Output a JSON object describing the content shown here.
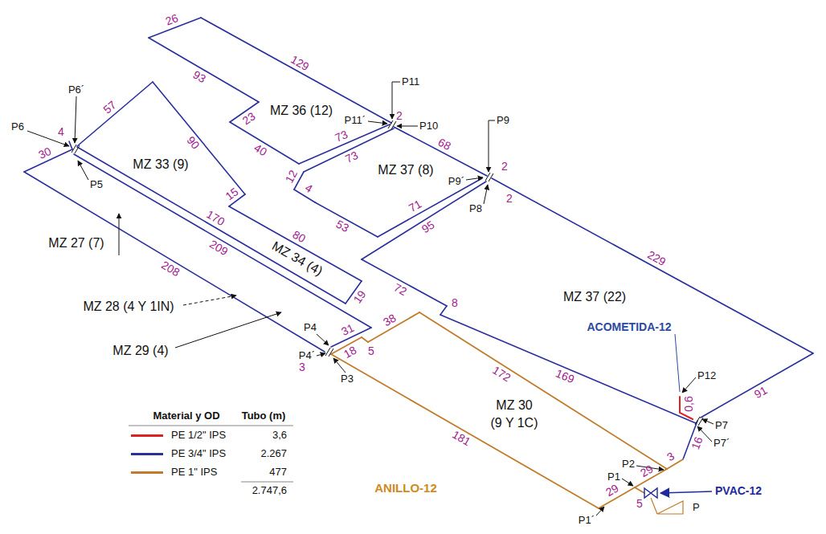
{
  "diagram": {
    "labels": [
      "26",
      "129",
      "93",
      "23",
      "MZ 36 (12)",
      "2",
      "P11",
      "P11´",
      "P10",
      "40",
      "73",
      "73",
      "68",
      "P9",
      "P9´",
      "2",
      "2",
      "P8",
      "MZ 37 (8)",
      "71",
      "95",
      "12",
      "4",
      "53",
      "P6´",
      "P6",
      "4",
      "57",
      "30",
      "P5",
      "MZ 33 (9)",
      "90",
      "15",
      "170",
      "80",
      "MZ 34 (4)",
      "19",
      "209",
      "MZ 27 (7)",
      "208",
      "MZ 28 (4 Y 1IN)",
      "P4",
      "31",
      "P4´",
      "3",
      "P3",
      "18",
      "5",
      "38",
      "MZ 29 (4)",
      "72",
      "8",
      "MZ 37 (22)",
      "229",
      "169",
      "172",
      "ACOMETIDA-12",
      "P12",
      "0,6",
      "MZ 30",
      "(9 Y 1C)",
      "91",
      "P7",
      "16",
      "P7´",
      "3",
      "P2",
      "181",
      "P1",
      "29",
      "29",
      "5",
      "P1´",
      "ANILLO-12",
      "PVAC-12",
      "P",
      "Material y OD",
      "Tubo (m)",
      "3,6",
      "2.267",
      "477",
      "2.747,6"
    ],
    "legend": [
      {
        "text": "PE 1/2\" IPS",
        "color": "#e02020"
      },
      {
        "text": "PE 3/4\" IPS",
        "color": "#2b2f9e"
      },
      {
        "text": "PE 1\" IPS",
        "color": "#c27b2b"
      }
    ]
  }
}
